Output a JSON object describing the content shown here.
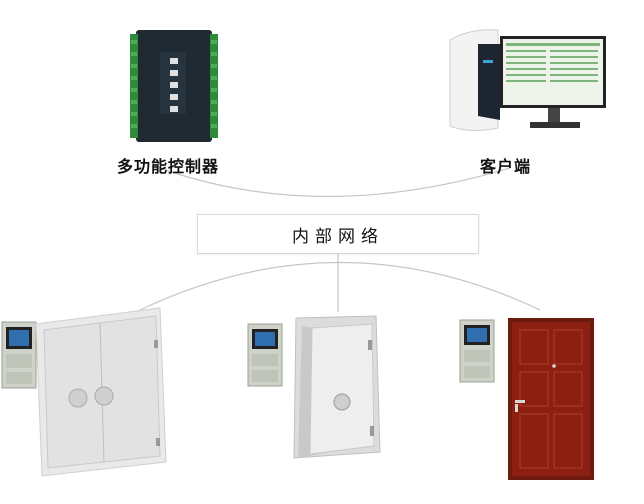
{
  "labels": {
    "controller": "多功能控制器",
    "client": "客户端",
    "network": "内部网络"
  },
  "colors": {
    "line": "#bdbdbd",
    "controller_body": "#1f2a33",
    "terminal_green": "#2e8b3a",
    "door_white": "#ececec",
    "door_red": "#8a1f12",
    "screen_blue": "#2f6fb0"
  },
  "icons": {
    "controller": "controller-board-icon",
    "client": "computer-workstation-icon",
    "vault_double": "double-vault-door-icon",
    "vault_single": "single-vault-door-icon",
    "security_door": "red-security-door-icon"
  }
}
